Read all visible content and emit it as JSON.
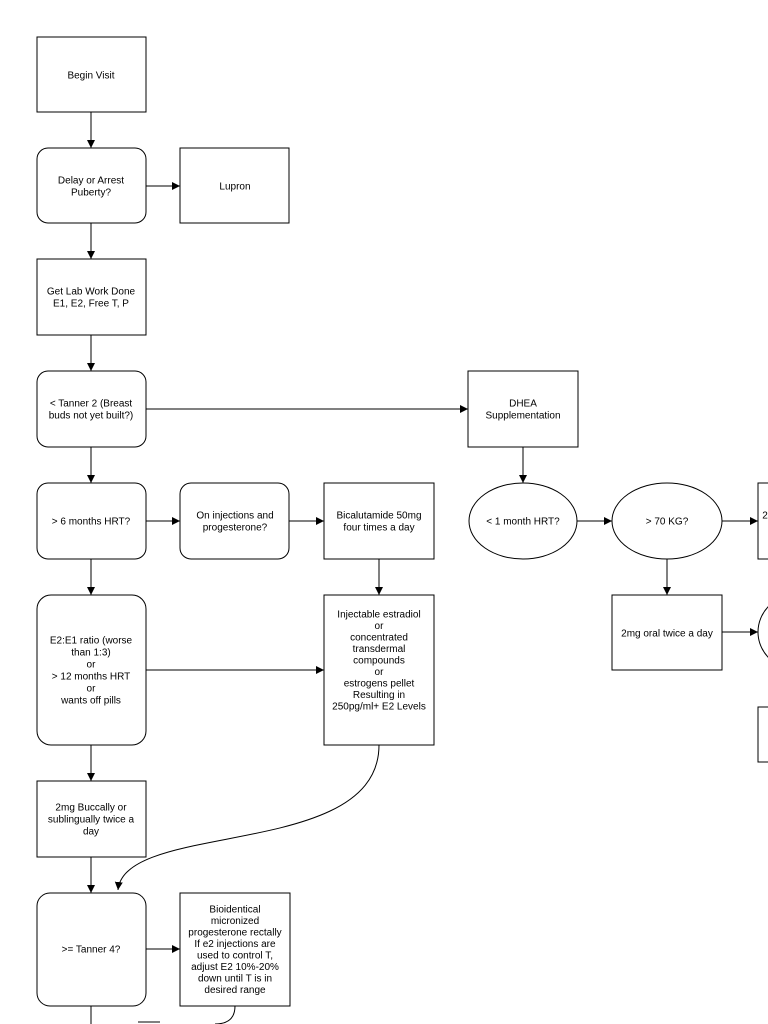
{
  "nodes": {
    "begin_visit": [
      "Begin Visit"
    ],
    "delay_puberty": [
      "Delay or Arrest",
      "Puberty?"
    ],
    "lupron": [
      "Lupron"
    ],
    "lab_work": [
      "Get Lab Work Done",
      "E1, E2, Free T, P"
    ],
    "tanner2": [
      "< Tanner 2 (Breast",
      "buds not yet built?)"
    ],
    "dhea": [
      "DHEA",
      "Supplementation"
    ],
    "hrt6": [
      "> 6 months HRT?"
    ],
    "injections_prog": [
      "On injections and",
      "progesterone?"
    ],
    "bicalutamide": [
      "Bicalutamide 50mg",
      "four times a day"
    ],
    "hrt1month": [
      "< 1 month HRT?"
    ],
    "kg70": [
      "> 70 KG?"
    ],
    "offscreen_box": [
      "2"
    ],
    "oral2mg": [
      "2mg oral twice a day"
    ],
    "e2e1_ratio": [
      "E2:E1 ratio (worse",
      "than 1:3)",
      "or",
      "> 12 months HRT",
      "or",
      "wants off pills"
    ],
    "injectable": [
      "Injectable estradiol",
      "or",
      "concentrated",
      "transdermal",
      "compounds",
      "or",
      "estrogens pellet",
      "Resulting in",
      "250pg/ml+ E2 Levels"
    ],
    "buccal": [
      "2mg Buccally or",
      "sublingually twice a",
      "day"
    ],
    "tanner4": [
      ">= Tanner 4?"
    ],
    "bioidentical": [
      "Bioidentical",
      "micronized",
      "progesterone rectally",
      "If e2 injections are",
      "used to control T,",
      "adjust E2 10%-20%",
      "down until T is in",
      "desired range"
    ]
  }
}
